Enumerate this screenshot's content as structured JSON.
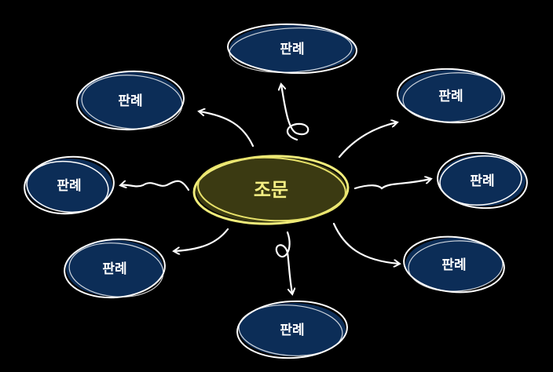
{
  "center": {
    "label": "조문"
  },
  "nodes": [
    {
      "label": "판례"
    },
    {
      "label": "판례"
    },
    {
      "label": "판례"
    },
    {
      "label": "판례"
    },
    {
      "label": "판례"
    },
    {
      "label": "판례"
    },
    {
      "label": "판례"
    },
    {
      "label": "판례"
    }
  ],
  "colors": {
    "background": "#000000",
    "node_fill": "#0c2d57",
    "node_outline": "#ffffff",
    "center_fill": "#3b3a12",
    "center_outline": "#f0ec7a",
    "center_text": "#f4ef84",
    "arrow": "#ffffff"
  }
}
